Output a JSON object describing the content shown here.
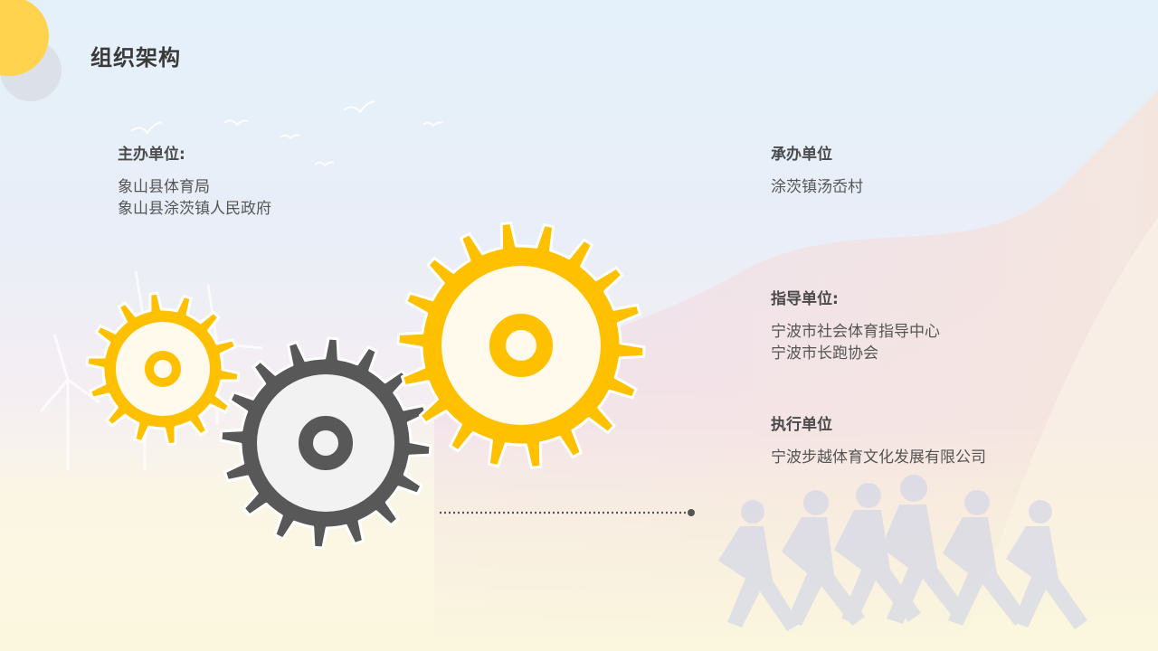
{
  "title": "组织架构",
  "sections": {
    "host": {
      "head": "主办单位:",
      "lines": [
        "象山县体育局",
        "象山县涂茨镇人民政府"
      ]
    },
    "organizer": {
      "head": "承办单位",
      "lines": [
        "涂茨镇汤岙村"
      ]
    },
    "guidance": {
      "head": "指导单位:",
      "lines": [
        "宁波市社会体育指导中心",
        "宁波市长跑协会"
      ]
    },
    "executor": {
      "head": "执行单位",
      "lines": [
        "宁波步越体育文化发展有限公司"
      ]
    }
  },
  "colors": {
    "gear_yellow": "#FFC000",
    "gear_dark": "#585858",
    "title_text": "#3a3a3a",
    "body_text": "#555555",
    "corner_circle": "#FFD34D"
  }
}
